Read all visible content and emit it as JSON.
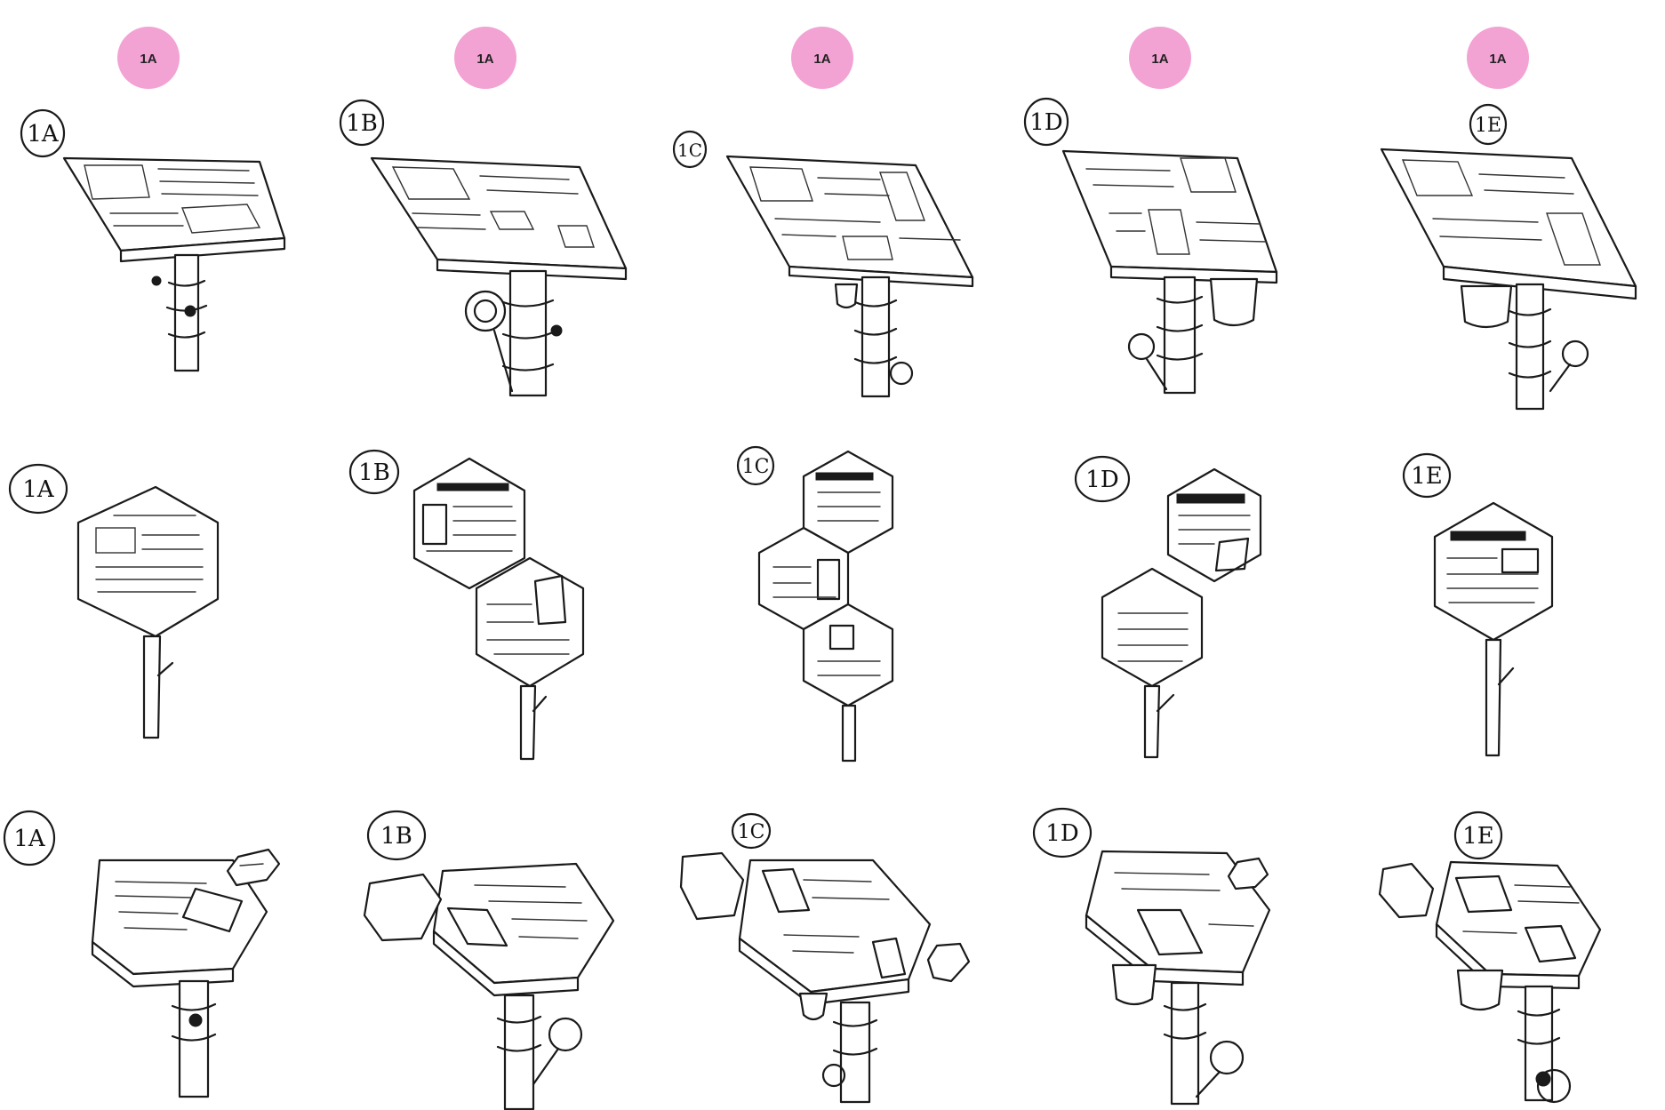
{
  "colors": {
    "badge": "#f3a2d4",
    "ink": "#1a1a1a",
    "paper": "#ffffff"
  },
  "badges": [
    "1A",
    "1A",
    "1A",
    "1A",
    "1A"
  ],
  "rows": [
    {
      "labels": [
        "1A",
        "1B",
        "1C",
        "1D",
        "1E"
      ]
    },
    {
      "labels": [
        "1A",
        "1B",
        "1C",
        "1D",
        "1E"
      ]
    },
    {
      "labels": [
        "1A",
        "1B",
        "1C",
        "1D",
        "1E"
      ]
    }
  ]
}
